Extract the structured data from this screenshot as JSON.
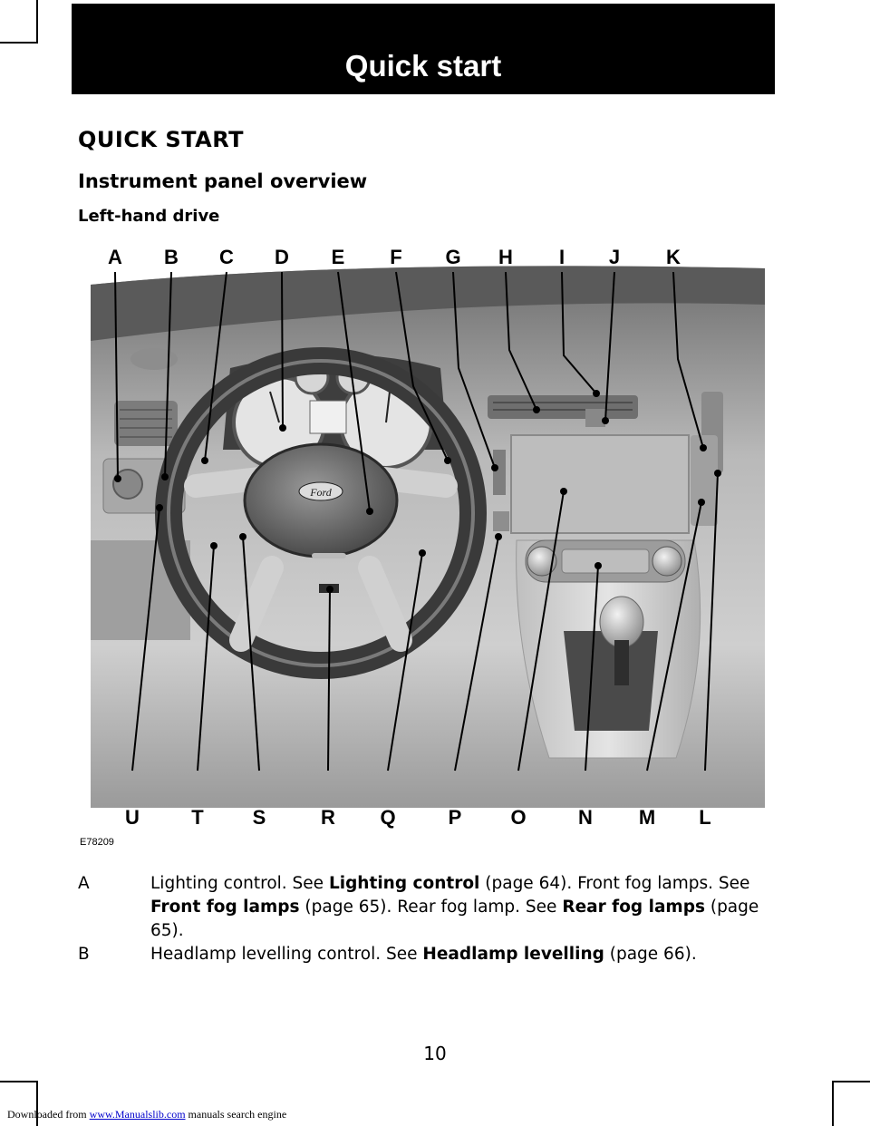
{
  "header": {
    "title": "Quick start"
  },
  "section_title": "QUICK START",
  "subsection_title": "Instrument panel overview",
  "variant_title": "Left-hand drive",
  "figure": {
    "id": "E78209",
    "top_labels": [
      "A",
      "B",
      "C",
      "D",
      "E",
      "F",
      "G",
      "H",
      "I",
      "J",
      "K"
    ],
    "bottom_labels": [
      "U",
      "T",
      "S",
      "R",
      "Q",
      "P",
      "O",
      "N",
      "M",
      "L"
    ],
    "logo_text": "Ford"
  },
  "entries": [
    {
      "letter": "A",
      "parts": [
        {
          "t": "Lighting control.  See "
        },
        {
          "t": "Lighting control",
          "b": true
        },
        {
          "t": " (page 64).  Front fog lamps. See "
        },
        {
          "t": "Front fog lamps",
          "b": true
        },
        {
          "t": " (page 65).  Rear fog lamp.  See "
        },
        {
          "t": "Rear fog lamps",
          "b": true
        },
        {
          "t": " (page 65)."
        }
      ]
    },
    {
      "letter": "B",
      "parts": [
        {
          "t": "Headlamp levelling control.  See "
        },
        {
          "t": "Headlamp levelling",
          "b": true
        },
        {
          "t": " (page 66)."
        }
      ]
    }
  ],
  "page_number": "10",
  "footer": {
    "prefix": "Downloaded from ",
    "link": "www.Manualslib.com",
    "suffix": " manuals search engine"
  }
}
